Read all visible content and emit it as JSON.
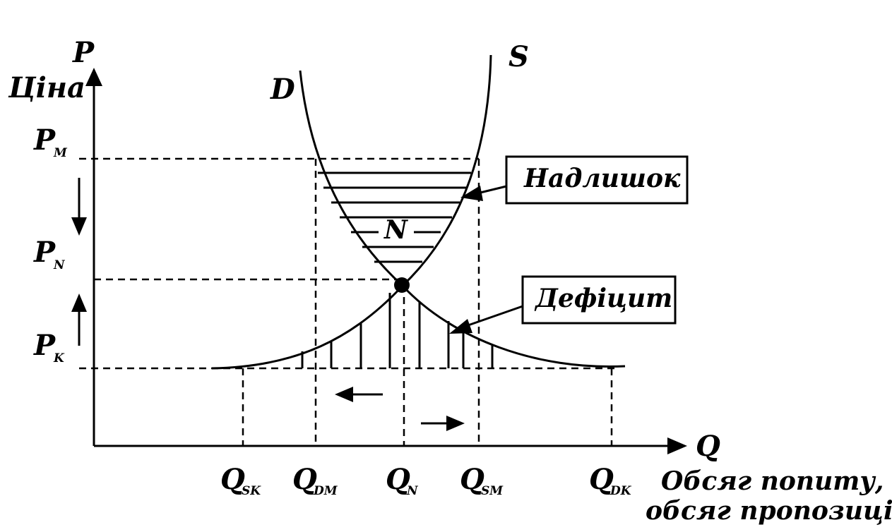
{
  "axes": {
    "y_symbol": "P",
    "y_name": "Ціна",
    "x_symbol": "Q",
    "x_name_line1": "Обсяг попиту,",
    "x_name_line2": "обсяг пропозиції"
  },
  "curves": {
    "demand": "D",
    "supply": "S"
  },
  "prices": [
    {
      "main": "P",
      "sub": "M"
    },
    {
      "main": "P",
      "sub": "N"
    },
    {
      "main": "P",
      "sub": "K"
    }
  ],
  "quantities": [
    {
      "main": "Q",
      "sub": "SK"
    },
    {
      "main": "Q",
      "sub": "DM"
    },
    {
      "main": "Q",
      "sub": "N"
    },
    {
      "main": "Q",
      "sub": "SM"
    },
    {
      "main": "Q",
      "sub": "DK"
    }
  ],
  "equilibrium_label": "N",
  "callouts": {
    "surplus": "Надлишок",
    "deficit": "Дефіцит"
  }
}
